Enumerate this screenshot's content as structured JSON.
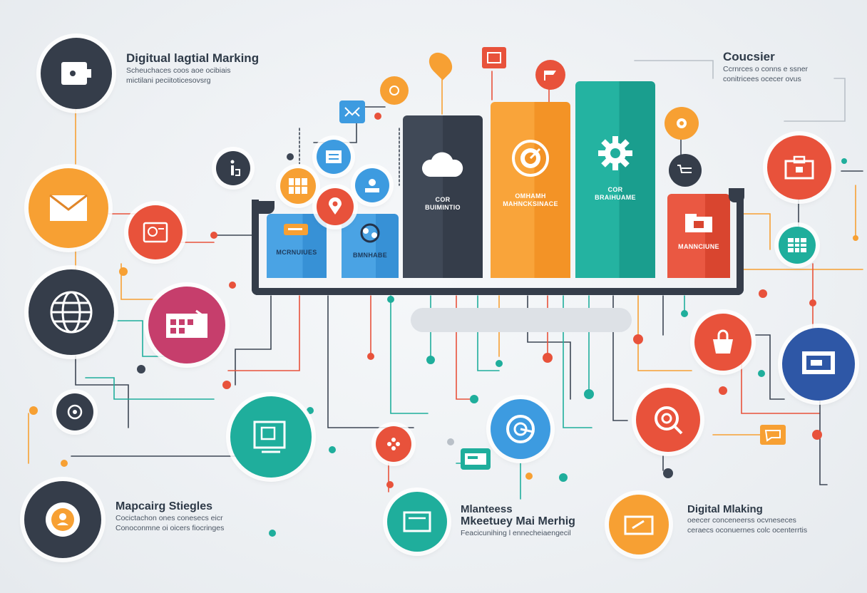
{
  "colors": {
    "navy": "#353d4a",
    "orange": "#f7a033",
    "red": "#e8523b",
    "teal": "#1fae9c",
    "blue": "#3d9be0",
    "magenta": "#c63e6c",
    "royal_blue": "#2e57a6",
    "background": "#eef1f4"
  },
  "top_left": {
    "title": "Digitual lagtial Marking",
    "line1": "Scheuchaces coos aoe ocibiais",
    "line2": "mictilani peciitoticesovsrg"
  },
  "top_right": {
    "title": "Coucsier",
    "line1": "Ccrnrces o conns e ssner",
    "line2": "conitricees ocecer ovus"
  },
  "bottom_left": {
    "title": "Mapcairg Stiegles",
    "line1": "Cocictachon ones conesecs eicr",
    "line2": "Conoconmne oi oicers fiocringes"
  },
  "bottom_center": {
    "title_line1": "Mlanteess",
    "title_line2": "Mkeetuey Mai Merhig",
    "line1": "Feacicunihing l ennecheiaengecil"
  },
  "bottom_right": {
    "title": "Digital Mlaking",
    "line1": "oeecer conceneerss ocvneseces",
    "line2": "ceraecs oconuernes colc ocenterrtis"
  },
  "bars": {
    "blue_left": "MCRNUIUES",
    "blue_right": "BMNHABE",
    "dark": [
      "COR",
      "BUIMINTIO"
    ],
    "orange": [
      "OMHAMH",
      "MAHNCKSINACE"
    ],
    "teal": [
      "COR",
      "BRAIHUAME"
    ],
    "red": "MANNCIUNE"
  },
  "icons": [
    "wallet-icon",
    "envelope-icon",
    "globe-icon",
    "location-pin-icon",
    "target-icon",
    "gear-icon",
    "cloud-icon",
    "chat-icon",
    "monitor-icon",
    "shopping-bag-icon",
    "calendar-icon",
    "search-icon",
    "share-icon",
    "megaphone-icon",
    "document-icon"
  ]
}
